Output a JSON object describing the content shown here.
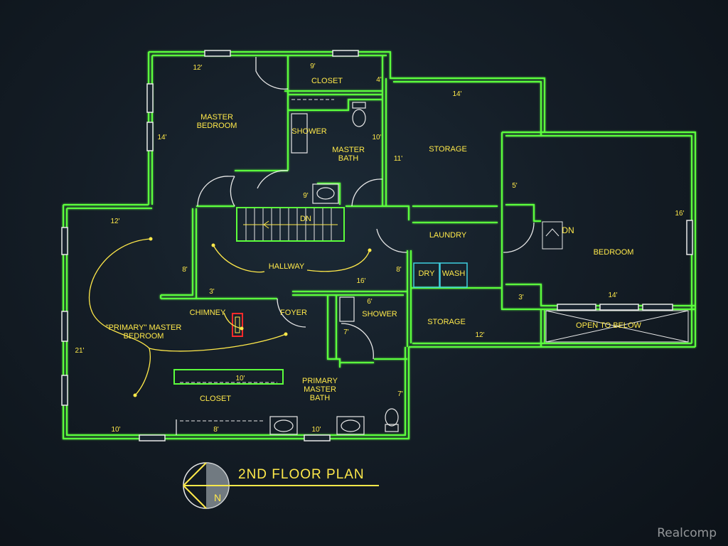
{
  "title": "2ND FLOOR PLAN",
  "north_label": "N",
  "watermark": "Realcomp",
  "colors": {
    "wall": "#5cff3c",
    "text": "#ffe94a",
    "window": "#e8e8e8",
    "fixture": "#3fd0e0",
    "chimney": "#ff2a2a",
    "background": "#141d26"
  },
  "rooms": {
    "master_bedroom": "MASTER\nBEDROOM",
    "closet_top": "CLOSET",
    "shower_top": "SHOWER",
    "master_bath": "MASTER\nBATH",
    "storage_top": "STORAGE",
    "bedroom": "BEDROOM",
    "laundry": "LAUNDRY",
    "hallway": "HALLWAY",
    "stairs_dn": "DN",
    "stairs_dn_right": "DN",
    "chimney": "CHIMNEY",
    "foyer": "FOYER",
    "primary_bedroom": "\"PRIMARY\" MASTER\nBEDROOM",
    "shower_bottom": "SHOWER",
    "storage_bottom": "STORAGE",
    "open_to_below": "OPEN TO BELOW",
    "closet_bottom": "CLOSET",
    "primary_bath": "PRIMARY\nMASTER\nBATH",
    "dry": "DRY",
    "wash": "WASH"
  },
  "dimensions": {
    "mb_width": "12'",
    "mb_depth": "14'",
    "closet_w": "9'",
    "closet_d": "4'",
    "bath_d": "10'",
    "sink_w": "9'",
    "storage_w": "14'",
    "storage_d": "11'",
    "bed_w": "14'",
    "bed_d": "16'",
    "bed_closet": "5'",
    "bed_3": "3'",
    "pb_width": "12'",
    "pb_8": "8'",
    "pb_3": "3'",
    "pb_depth": "21'",
    "pb_10": "10'",
    "hall_16": "16'",
    "laundry_8": "8'",
    "shower_6": "6'",
    "shower_7": "7'",
    "storage_12": "12'",
    "closet_10": "10'",
    "closet_8": "8'",
    "bath_10": "10'",
    "bath_7": "7'"
  }
}
